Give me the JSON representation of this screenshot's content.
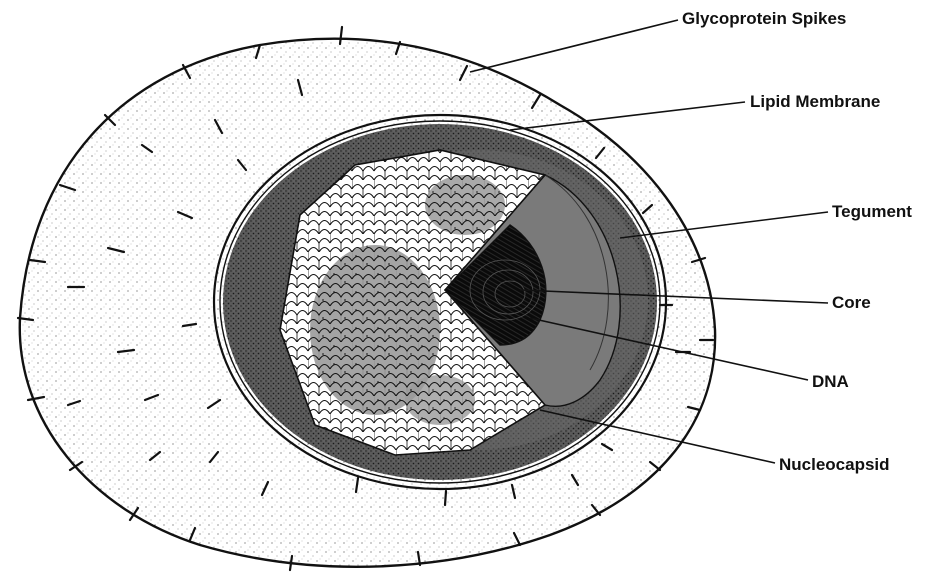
{
  "diagram": {
    "labels": {
      "glycoprotein_spikes": "Glycoprotein Spikes",
      "lipid_membrane": "Lipid Membrane",
      "tegument": "Tegument",
      "core": "Core",
      "dna": "DNA",
      "nucleocapsid": "Nucleocapsid"
    },
    "colors": {
      "ink": "#111111",
      "envelope_fill": "#ececec",
      "tegument_fill": "#4a4a4a",
      "capsomer_fill": "#ffffff",
      "core_fill": "#0a0a0a"
    }
  }
}
